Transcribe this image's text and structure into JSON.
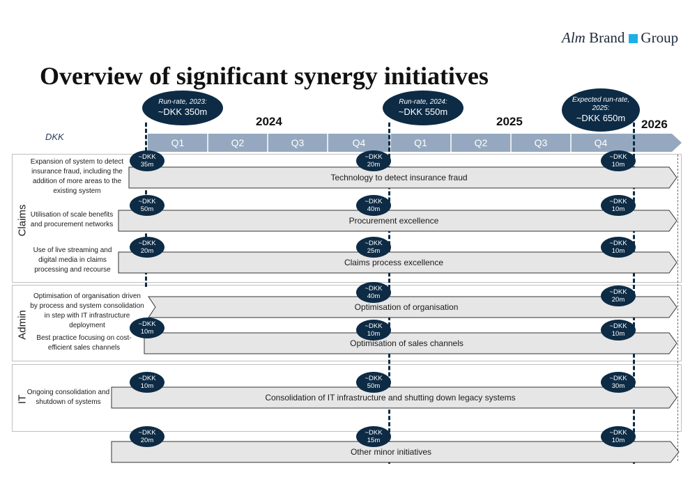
{
  "logo": {
    "alm": "Alm",
    "brand": "Brand",
    "group": "Group"
  },
  "title": "Overview of significant synergy initiatives",
  "unit": "DKK",
  "years": [
    "2024",
    "2025",
    "2026"
  ],
  "quarters": [
    "Q1",
    "Q2",
    "Q3",
    "Q4",
    "Q1",
    "Q2",
    "Q3",
    "Q4"
  ],
  "run_rates": [
    {
      "label": "Run-rate, 2023:",
      "value": "~DKK 350m"
    },
    {
      "label": "Run-rate, 2024:",
      "value": "~DKK 550m"
    },
    {
      "label": "Expected run-rate, 2025:",
      "value": "~DKK 650m"
    }
  ],
  "sections": {
    "claims": "Claims",
    "admin": "Admin",
    "it": "IT"
  },
  "badge_prefix": "~DKK",
  "initiatives": [
    {
      "description": "Expansion of system to detect insurance fraud, including the addition of more areas to the existing system",
      "name": "Technology to detect insurance fraud",
      "values": [
        "35m",
        "20m",
        "10m"
      ]
    },
    {
      "description": "Utilisation of scale benefits and procurement networks",
      "name": "Procurement excellence",
      "values": [
        "50m",
        "40m",
        "10m"
      ]
    },
    {
      "description": "Use of live streaming and digital media in claims processing and recourse",
      "name": "Claims process excellence",
      "values": [
        "20m",
        "25m",
        "10m"
      ]
    },
    {
      "description": "Optimisation of organisation driven by process and system consolidation in step with IT infrastructure deployment",
      "name": "Optimisation of organisation",
      "values": [
        "",
        "40m",
        "20m"
      ]
    },
    {
      "description": "Best practice focusing on cost-efficient sales channels",
      "name": "Optimisation of sales channels",
      "values": [
        "10m",
        "10m",
        "10m"
      ]
    },
    {
      "description": "Ongoing consolidation and shutdown of systems",
      "name": "Consolidation of IT infrastructure and shutting down legacy systems",
      "values": [
        "10m",
        "50m",
        "30m"
      ]
    },
    {
      "description": "",
      "name": "Other minor initiatives",
      "values": [
        "20m",
        "15m",
        "10m"
      ]
    }
  ]
}
